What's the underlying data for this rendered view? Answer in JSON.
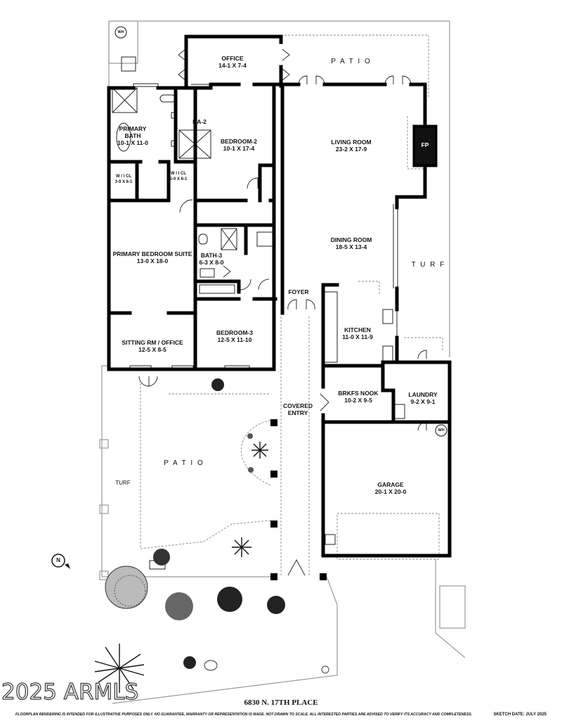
{
  "rooms": {
    "office": {
      "name": "OFFICE",
      "dims": "14-1 X 7-4"
    },
    "primary_bath": {
      "name": "PRIMARY",
      "name2": "BATH",
      "dims": "10-1 X 11-0"
    },
    "ba2": {
      "name": "BA-2"
    },
    "bedroom2": {
      "name": "BEDROOM-2",
      "dims": "10-1  X  17-4"
    },
    "living_room": {
      "name": "LIVING ROOM",
      "dims": "23-2  X  17-9"
    },
    "fp": {
      "name": "FP"
    },
    "wicl_left": {
      "name": "W / I  CL",
      "dims": "3-9 X 6-1"
    },
    "wicl_right": {
      "name": "W / I  CL",
      "dims": "5-0 X 6-1"
    },
    "primary_suite": {
      "name": "PRIMARY BEDROOM SUITE",
      "dims": "13-0  X  18-0"
    },
    "bath3": {
      "name": "BATH-3",
      "dims": "6-3 X 8-0"
    },
    "dining_room": {
      "name": "DINING ROOM",
      "dims": "18-5  X  13-4"
    },
    "foyer": {
      "name": "FOYER"
    },
    "kitchen": {
      "name": "KITCHEN",
      "dims": "11-0 X 11-9"
    },
    "sitting_room": {
      "name": "SITTING RM / OFFICE",
      "dims": "12-5  X  8-5"
    },
    "bedroom3": {
      "name": "BEDROOM-3",
      "dims": "12-5 X 11-10"
    },
    "brkfs_nook": {
      "name": "BRKFS NOOK",
      "dims": "10-2  X  9-5"
    },
    "laundry": {
      "name": "LAUNDRY",
      "dims": "9-2 X 9-1"
    },
    "covered_entry": {
      "name": "COVERED",
      "name2": "ENTRY"
    },
    "garage": {
      "name": "GARAGE",
      "dims": "20-1 X 20-0"
    }
  },
  "outdoor": {
    "patio_top": "P A T I O",
    "patio_left": "P A T I O",
    "turf_right": "T U R F",
    "turf_left": "TURF"
  },
  "fixtures": {
    "wh_top": "WH",
    "wh_garage": "WH",
    "north": "N"
  },
  "footer": {
    "address": "6830 N. 17TH PLACE",
    "disclaimer": "FLOORPLAN RENDERING IS INTENDED FOR ILLUSTRATIVE PURPOSES ONLY.  NO GUARANTEE, WARRANTY OR REPRESENTATION IS MADE.  NOT DRAWN TO SCALE.  ALL INTERESTED PARTIES ARE ADVISED TO VERIFY ITS ACCURACY AND COMPLETENESS.",
    "sketch_date": "SKETCH DATE:  JULY 2025"
  },
  "watermark": "2025 ARMLS"
}
